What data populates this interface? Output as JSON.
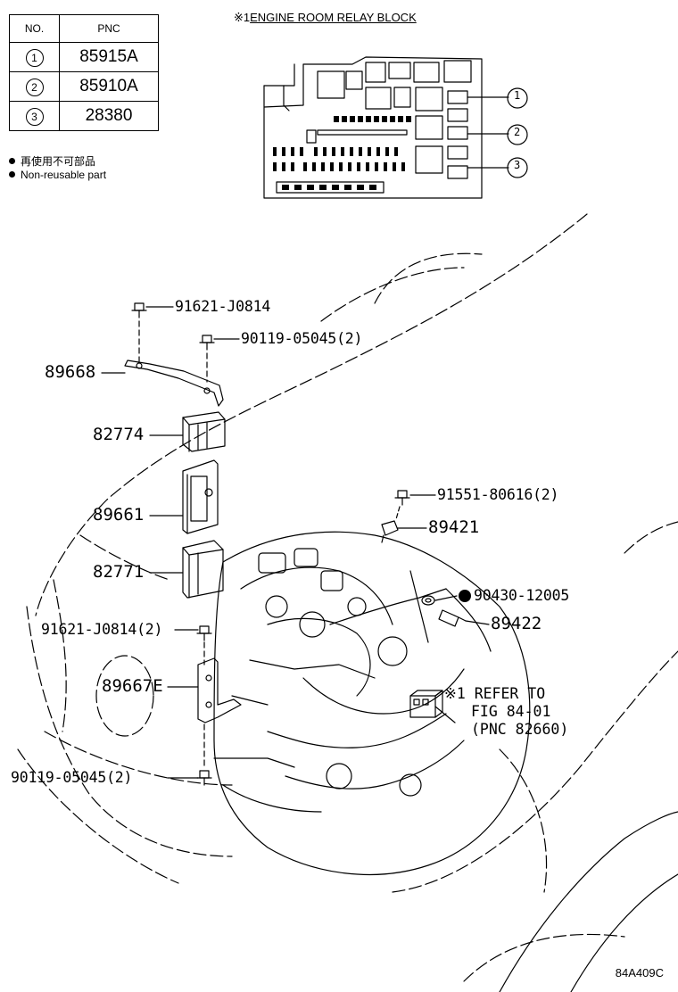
{
  "table": {
    "header_no": "NO.",
    "header_pnc": "PNC",
    "rows": [
      {
        "no": "1",
        "pnc": "85915A"
      },
      {
        "no": "2",
        "pnc": "85910A"
      },
      {
        "no": "3",
        "pnc": "28380"
      }
    ]
  },
  "notes": {
    "jp": "再使用不可部品",
    "en": "Non-reusable part"
  },
  "relay_block": {
    "mark": "※1",
    "title": "ENGINE ROOM RELAY BLOCK",
    "callouts": [
      "1",
      "2",
      "3"
    ]
  },
  "labels": {
    "p91621_j0814": "91621-J0814",
    "p90119_05045_top": "90119-05045(2)",
    "p89668": "89668",
    "p82774": "82774",
    "p89661": "89661",
    "p82771": "82771",
    "p91621_j0814_2": "91621-J0814(2)",
    "p89667e": "89667E",
    "p90119_05045_bot": "90119-05045(2)",
    "p91551_80616": "91551-80616(2)",
    "p89421": "89421",
    "p90430_12005": "90430-12005",
    "p89422": "89422"
  },
  "refer": {
    "line1": "※1 REFER TO",
    "line2": "FIG 84-01",
    "line3": "(PNC 82660)"
  },
  "figure_id": "84A409C"
}
